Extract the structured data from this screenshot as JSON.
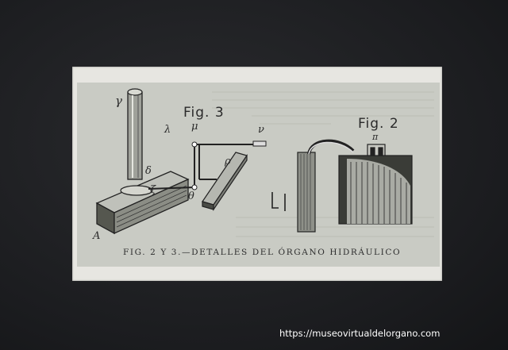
{
  "print": {
    "fig3_label": "Fig. 3",
    "fig2_label": "Fig. 2",
    "caption": "FIG.  2 Y 3.—DETALLES DEL ÓRGANO HIDRÁULICO",
    "letters": {
      "gamma": "γ",
      "lambda": "λ",
      "mu": "μ",
      "nu": "ν",
      "delta": "δ",
      "rho": "ρ",
      "zeta": "ζ",
      "theta": "θ",
      "alpha_corner": "A",
      "pi": "π"
    }
  },
  "watermark": {
    "text": "https://museovirtualdelorgano.com"
  },
  "colors": {
    "mat": "#1e1f22",
    "paper": "#e7e6e1",
    "print": "#c9cbc4",
    "ink": "#2a2a2a"
  }
}
